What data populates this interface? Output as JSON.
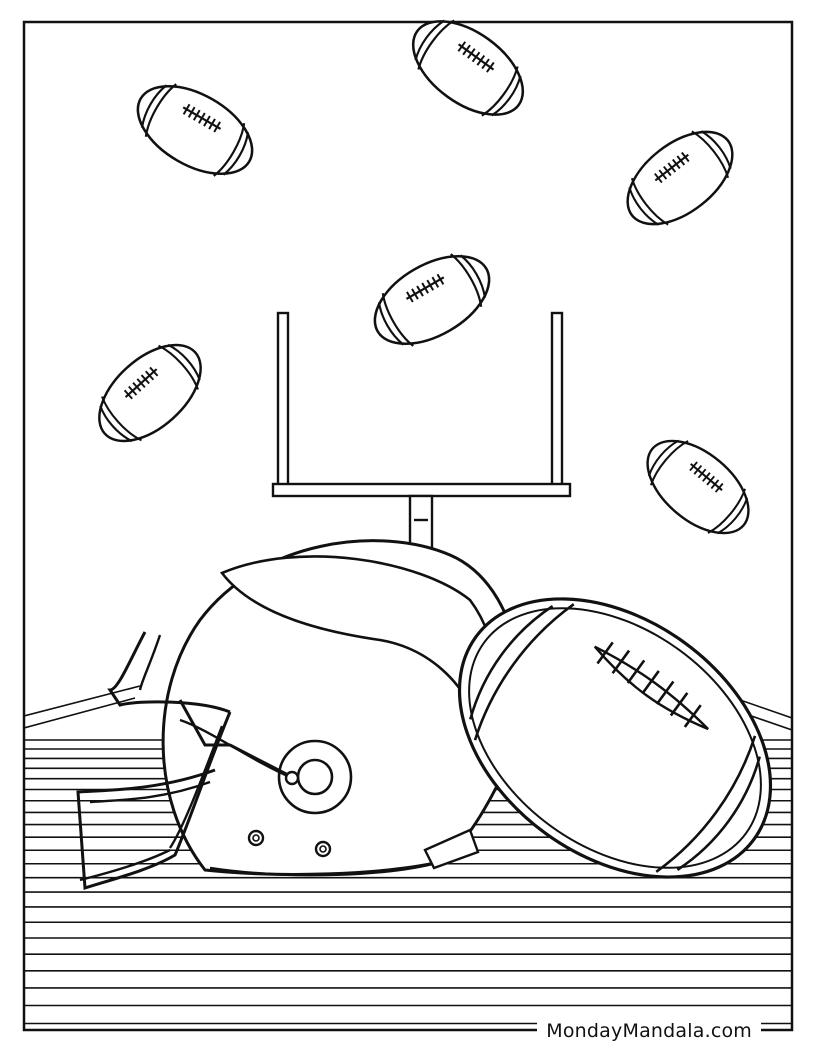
{
  "page": {
    "type": "coloring-page",
    "theme": "american football"
  },
  "watermark": {
    "text": "MondayMandala.com"
  },
  "scene": {
    "objects": [
      "football-helmet",
      "football",
      "goal-post",
      "flying-footballs",
      "field-stripes"
    ],
    "flying_football_count": 6
  },
  "colors": {
    "line": "#111111",
    "background": "#ffffff"
  }
}
